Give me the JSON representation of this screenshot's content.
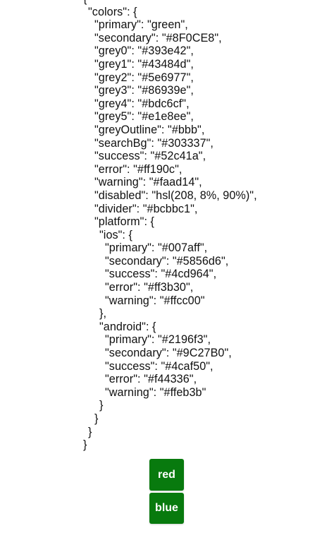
{
  "json_lines": [
    {
      "text": "{",
      "level": 0
    },
    {
      "text": "\"colors\": {",
      "level": 1
    },
    {
      "text": "\"primary\": \"green\",",
      "level": 2
    },
    {
      "text": "\"secondary\": \"#8F0CE8\",",
      "level": 2
    },
    {
      "text": "\"grey0\": \"#393e42\",",
      "level": 2
    },
    {
      "text": "\"grey1\": \"#43484d\",",
      "level": 2
    },
    {
      "text": "\"grey2\": \"#5e6977\",",
      "level": 2
    },
    {
      "text": "\"grey3\": \"#86939e\",",
      "level": 2
    },
    {
      "text": "\"grey4\": \"#bdc6cf\",",
      "level": 2
    },
    {
      "text": "\"grey5\": \"#e1e8ee\",",
      "level": 2
    },
    {
      "text": "\"greyOutline\": \"#bbb\",",
      "level": 2
    },
    {
      "text": "\"searchBg\": \"#303337\",",
      "level": 2
    },
    {
      "text": "\"success\": \"#52c41a\",",
      "level": 2
    },
    {
      "text": "\"error\": \"#ff190c\",",
      "level": 2
    },
    {
      "text": "\"warning\": \"#faad14\",",
      "level": 2
    },
    {
      "text": "\"disabled\": \"hsl(208, 8%, 90%)\",",
      "level": 2
    },
    {
      "text": "\"divider\": \"#bcbbc1\",",
      "level": 2
    },
    {
      "text": "\"platform\": {",
      "level": 2
    },
    {
      "text": "\"ios\": {",
      "level": 3
    },
    {
      "text": "\"primary\": \"#007aff\",",
      "level": 4
    },
    {
      "text": "\"secondary\": \"#5856d6\",",
      "level": 4
    },
    {
      "text": "\"success\": \"#4cd964\",",
      "level": 4
    },
    {
      "text": "\"error\": \"#ff3b30\",",
      "level": 4
    },
    {
      "text": "\"warning\": \"#ffcc00\"",
      "level": 4
    },
    {
      "text": "},",
      "level": 3
    },
    {
      "text": "\"android\": {",
      "level": 3
    },
    {
      "text": "\"primary\": \"#2196f3\",",
      "level": 4
    },
    {
      "text": "\"secondary\": \"#9C27B0\",",
      "level": 4
    },
    {
      "text": "\"success\": \"#4caf50\",",
      "level": 4
    },
    {
      "text": "\"error\": \"#f44336\",",
      "level": 4
    },
    {
      "text": "\"warning\": \"#ffeb3b\"",
      "level": 4
    },
    {
      "text": "}",
      "level": 3
    },
    {
      "text": "}",
      "level": 2
    },
    {
      "text": "}",
      "level": 1
    },
    {
      "text": "}",
      "level": 0
    }
  ],
  "buttons": {
    "red_label": "red",
    "blue_label": "blue"
  },
  "colors": {
    "button_bg": "#087a0e",
    "button_text": "#ffffff",
    "text": "#111111",
    "background": "#ffffff"
  }
}
